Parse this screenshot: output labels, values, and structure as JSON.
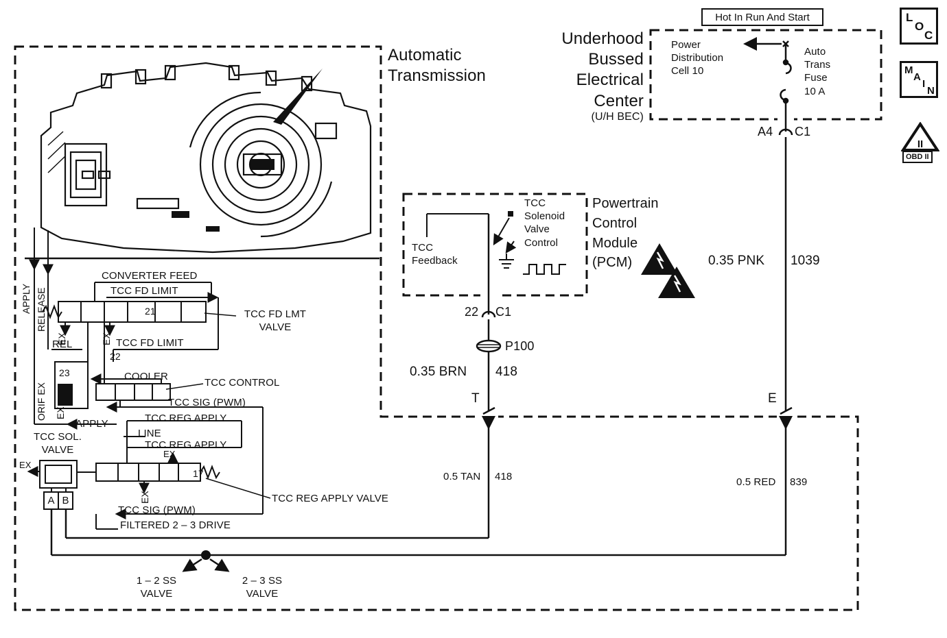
{
  "colors": {
    "ink": "#111111",
    "background": "#ffffff"
  },
  "titles": {
    "automatic_transmission": "Automatic\nTransmission",
    "hot_in_run_and_start": "Hot In Run And Start"
  },
  "bec": {
    "title": "Underhood\nBussed\nElectrical\nCenter",
    "subtitle": "(U/H BEC)",
    "power_distribution": "Power\nDistribution\nCell 10",
    "fuse": "Auto\nTrans\nFuse\n10 A",
    "pin_a4": "A4",
    "pin_c1": "C1"
  },
  "pcm": {
    "title": "Powertrain\nControl\nModule\n(PCM)",
    "tcc_feedback": "TCC\nFeedback",
    "tcc_solenoid_valve_control": "TCC\nSolenoid\nValve\nControl",
    "pin_22": "22",
    "pin_c1": "C1"
  },
  "wires": {
    "pnk_label": "0.35 PNK",
    "pnk_circuit": "1039",
    "brn_label": "0.35 BRN",
    "brn_circuit": "418",
    "tan_label": "0.5 TAN",
    "tan_circuit": "418",
    "red_label": "0.5 RED",
    "red_circuit": "839",
    "splice": "P100",
    "terminal_t": "T",
    "terminal_e": "E"
  },
  "transmission": {
    "terminal_a": "A",
    "terminal_b": "B",
    "converter_feed": "CONVERTER FEED",
    "tcc_fd_limit_top": "TCC FD LIMIT",
    "tcc_fd_limit_mid": "TCC FD LIMIT",
    "valve_21": "21",
    "valve_22": "22",
    "valve_23": "23",
    "valve_17": "17",
    "tcc_fd_lmt_valve": "TCC FD LMT\nVALVE",
    "rel": "REL",
    "cooler": "COOLER",
    "tcc_control": "TCC CONTROL",
    "orif_ex": "ORIF EX",
    "ex": "EX",
    "tcc_sig_pwm_top": "TCC SIG (PWM)",
    "tcc_sig_pwm_bottom": "TCC SIG (PWM)",
    "apply_horizontal": "APPLY",
    "apply_vertical": "APPLY",
    "release_vertical": "RELEASE",
    "line": "LINE",
    "tcc_reg_apply_top": "TCC REG APPLY",
    "tcc_reg_apply_bottom": "TCC REG APPLY",
    "tcc_sol_valve": "TCC SOL.\nVALVE",
    "tcc_reg_apply_valve": "TCC REG APPLY VALVE",
    "filtered_2_3_drive": "FILTERED 2 – 3 DRIVE",
    "ss_valve_1_2": "1 – 2 SS\nVALVE",
    "ss_valve_2_3": "2 – 3 SS\nVALVE"
  },
  "badges": {
    "loc": [
      "L",
      "O",
      "C"
    ],
    "main": [
      "M",
      "A",
      "I",
      "N"
    ],
    "obd_mark": "II",
    "obd_label": "OBD II"
  }
}
